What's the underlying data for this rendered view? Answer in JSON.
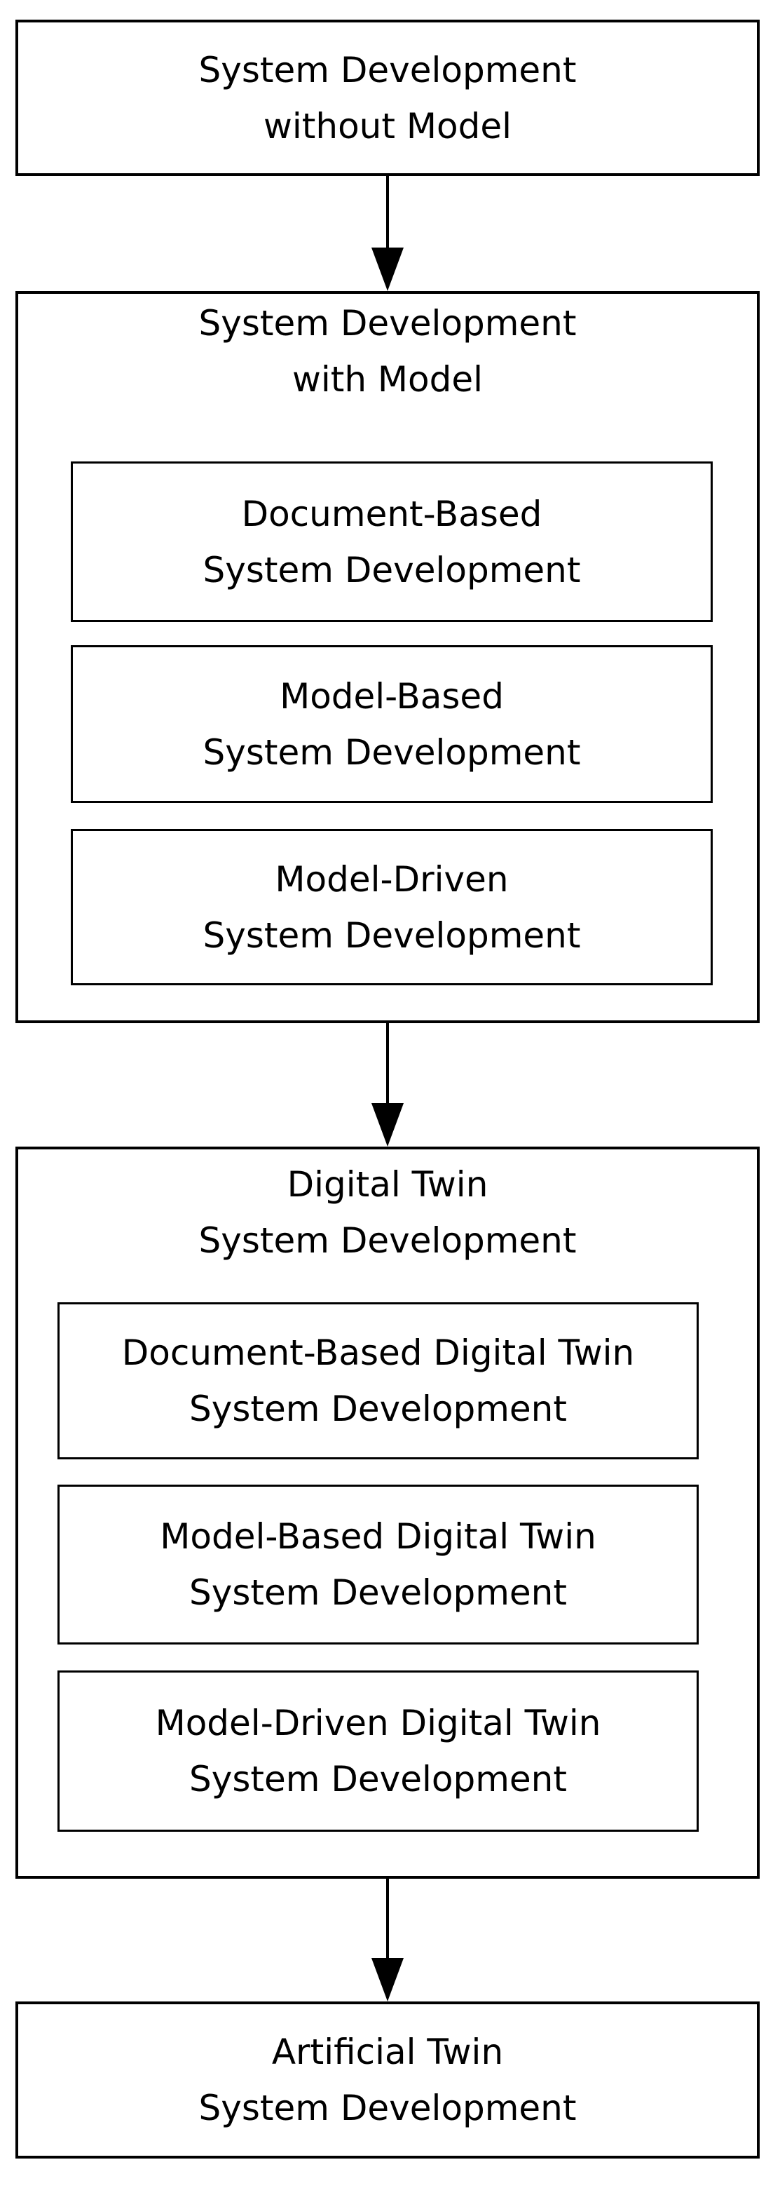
{
  "diagram": {
    "colors": {
      "border": "#000000",
      "background": "#ffffff",
      "text": "#000000"
    },
    "stages": [
      {
        "title_line1": "System Development",
        "title_line2": "without Model",
        "children": []
      },
      {
        "title_line1": "System Development",
        "title_line2": "with Model",
        "children": [
          {
            "line1": "Document-Based",
            "line2": "System Development"
          },
          {
            "line1": "Model-Based",
            "line2": "System Development"
          },
          {
            "line1": "Model-Driven",
            "line2": "System Development"
          }
        ]
      },
      {
        "title_line1": "Digital Twin",
        "title_line2": "System Development",
        "children": [
          {
            "line1": "Document-Based Digital Twin",
            "line2": "System Development"
          },
          {
            "line1": "Model-Based Digital Twin",
            "line2": "System Development"
          },
          {
            "line1": "Model-Driven Digital Twin",
            "line2": "System Development"
          }
        ]
      },
      {
        "title_line1": "Artificial Twin",
        "title_line2": "System Development",
        "children": []
      }
    ]
  }
}
